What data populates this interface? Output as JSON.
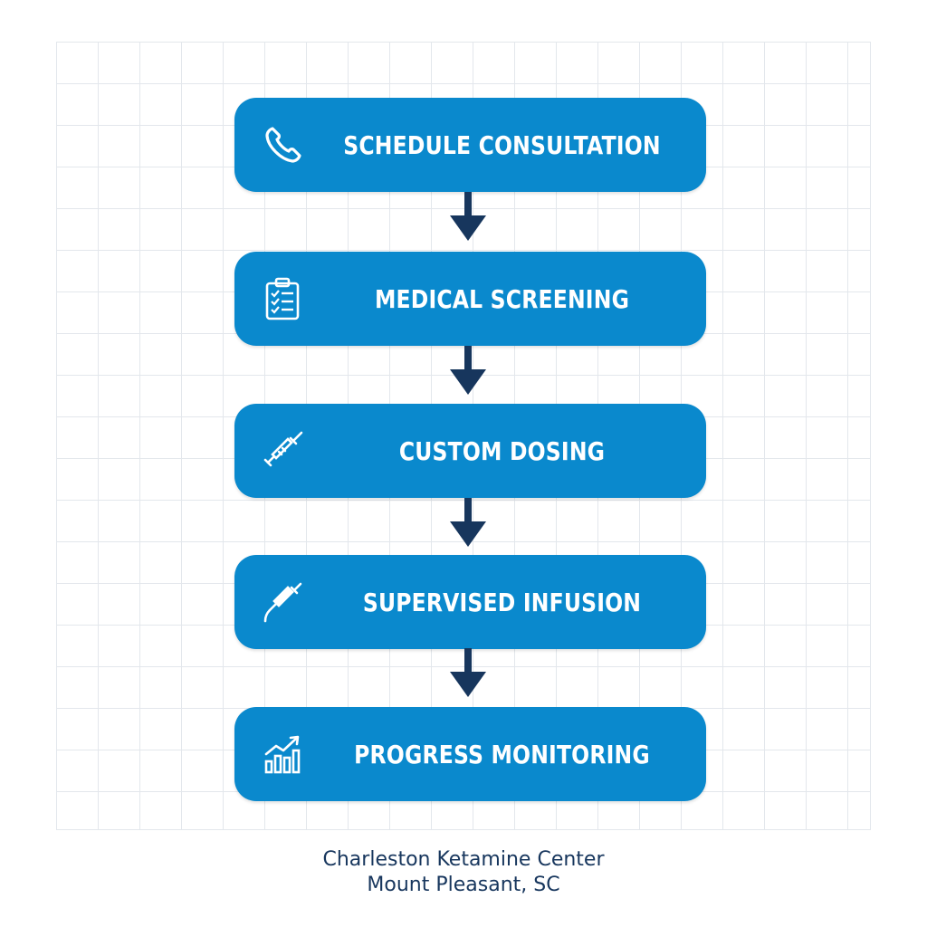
{
  "steps": [
    {
      "label": "SCHEDULE CONSULTATION",
      "icon": "phone-icon"
    },
    {
      "label": "MEDICAL SCREENING",
      "icon": "clipboard-icon"
    },
    {
      "label": "CUSTOM DOSING",
      "icon": "syringe-icon"
    },
    {
      "label": "SUPERVISED INFUSION",
      "icon": "iv-syringe-icon"
    },
    {
      "label": "PROGRESS MONITORING",
      "icon": "chart-icon"
    }
  ],
  "footer": {
    "line1": "Charleston Ketamine Center",
    "line2": "Mount Pleasant, SC"
  },
  "colors": {
    "step_fill": "#0a89cd",
    "arrow": "#17365d",
    "grid": "#e3e7ec",
    "text": "#ffffff",
    "footer_text": "#17365d"
  }
}
